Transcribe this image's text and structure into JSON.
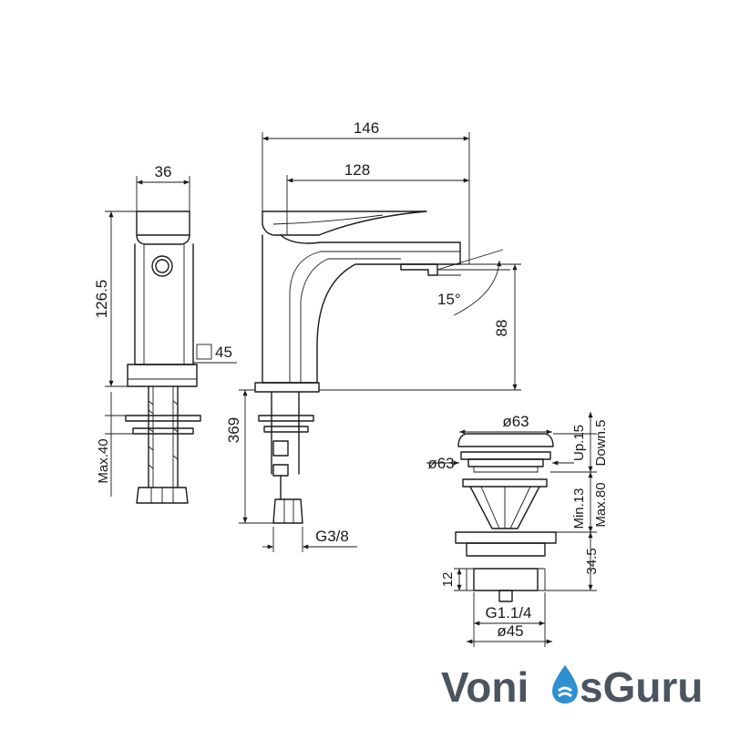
{
  "dimensions": {
    "overall_length": "146",
    "spout_reach": "128",
    "side_width": "36",
    "side_height": "126.5",
    "base_square": "45",
    "spout_height": "88",
    "angle": "15°",
    "supply_length": "369",
    "max_thickness": "Max.40",
    "supply_thread": "G3/8"
  },
  "waste": {
    "cap_diameter": "ø63",
    "flange_diameter": "ø63",
    "stroke_up": "Up.15",
    "stroke_down": "Down.5",
    "min_thickness": "Min.13",
    "max_thickness": "Max.80",
    "body_height": "34.5",
    "thread_height": "12",
    "thread": "G1.1/4",
    "body_diameter": "ø45"
  },
  "brand": {
    "part1": "Voni",
    "part2": "sGuru",
    "colors": {
      "dark": "#4a5560",
      "blue": "#2f8fd0"
    }
  }
}
